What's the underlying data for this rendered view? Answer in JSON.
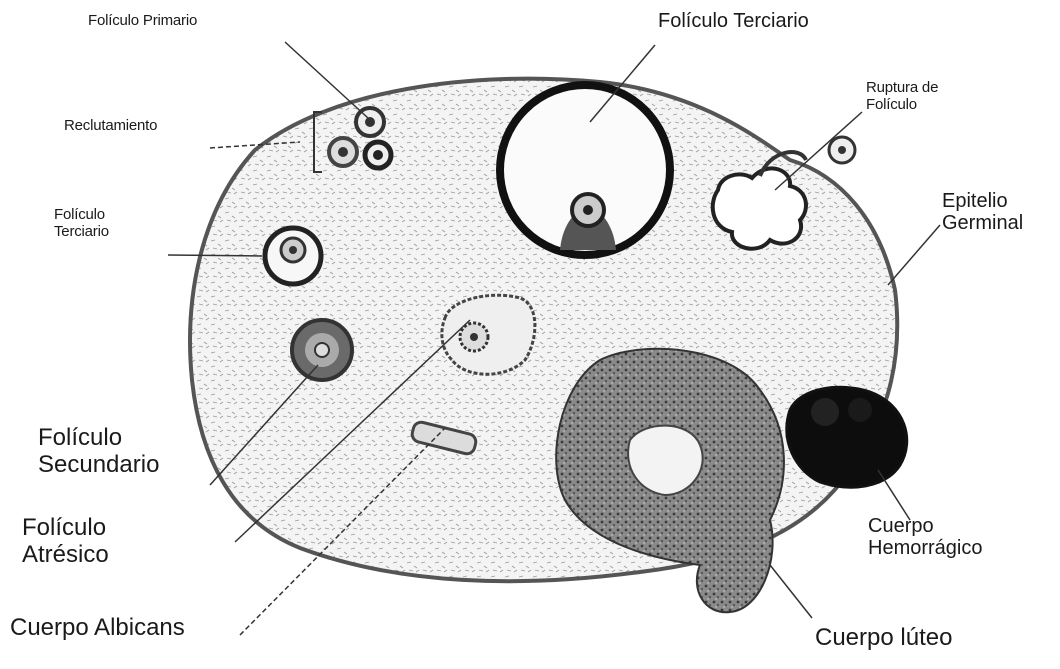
{
  "figure": {
    "labels": {
      "foliculo_primario": "Folículo Primario",
      "reclutamiento": "Reclutamiento",
      "foliculo_terciario_small_line1": "Folículo",
      "foliculo_terciario_small_line2": "Terciario",
      "foliculo_terciario_top": "Folículo Terciario",
      "ruptura_line1": "Ruptura de",
      "ruptura_line2": "Folículo",
      "epitelio_line1": "Epitelio",
      "epitelio_line2": "Germinal",
      "secundario_line1": "Folículo",
      "secundario_line2": "Secundario",
      "atresico_line1": "Folículo",
      "atresico_line2": "Atrésico",
      "albicans": "Cuerpo Albicans",
      "hemorragico_line1": "Cuerpo",
      "hemorragico_line2": "Hemorrágico",
      "luteo": "Cuerpo lúteo"
    }
  }
}
